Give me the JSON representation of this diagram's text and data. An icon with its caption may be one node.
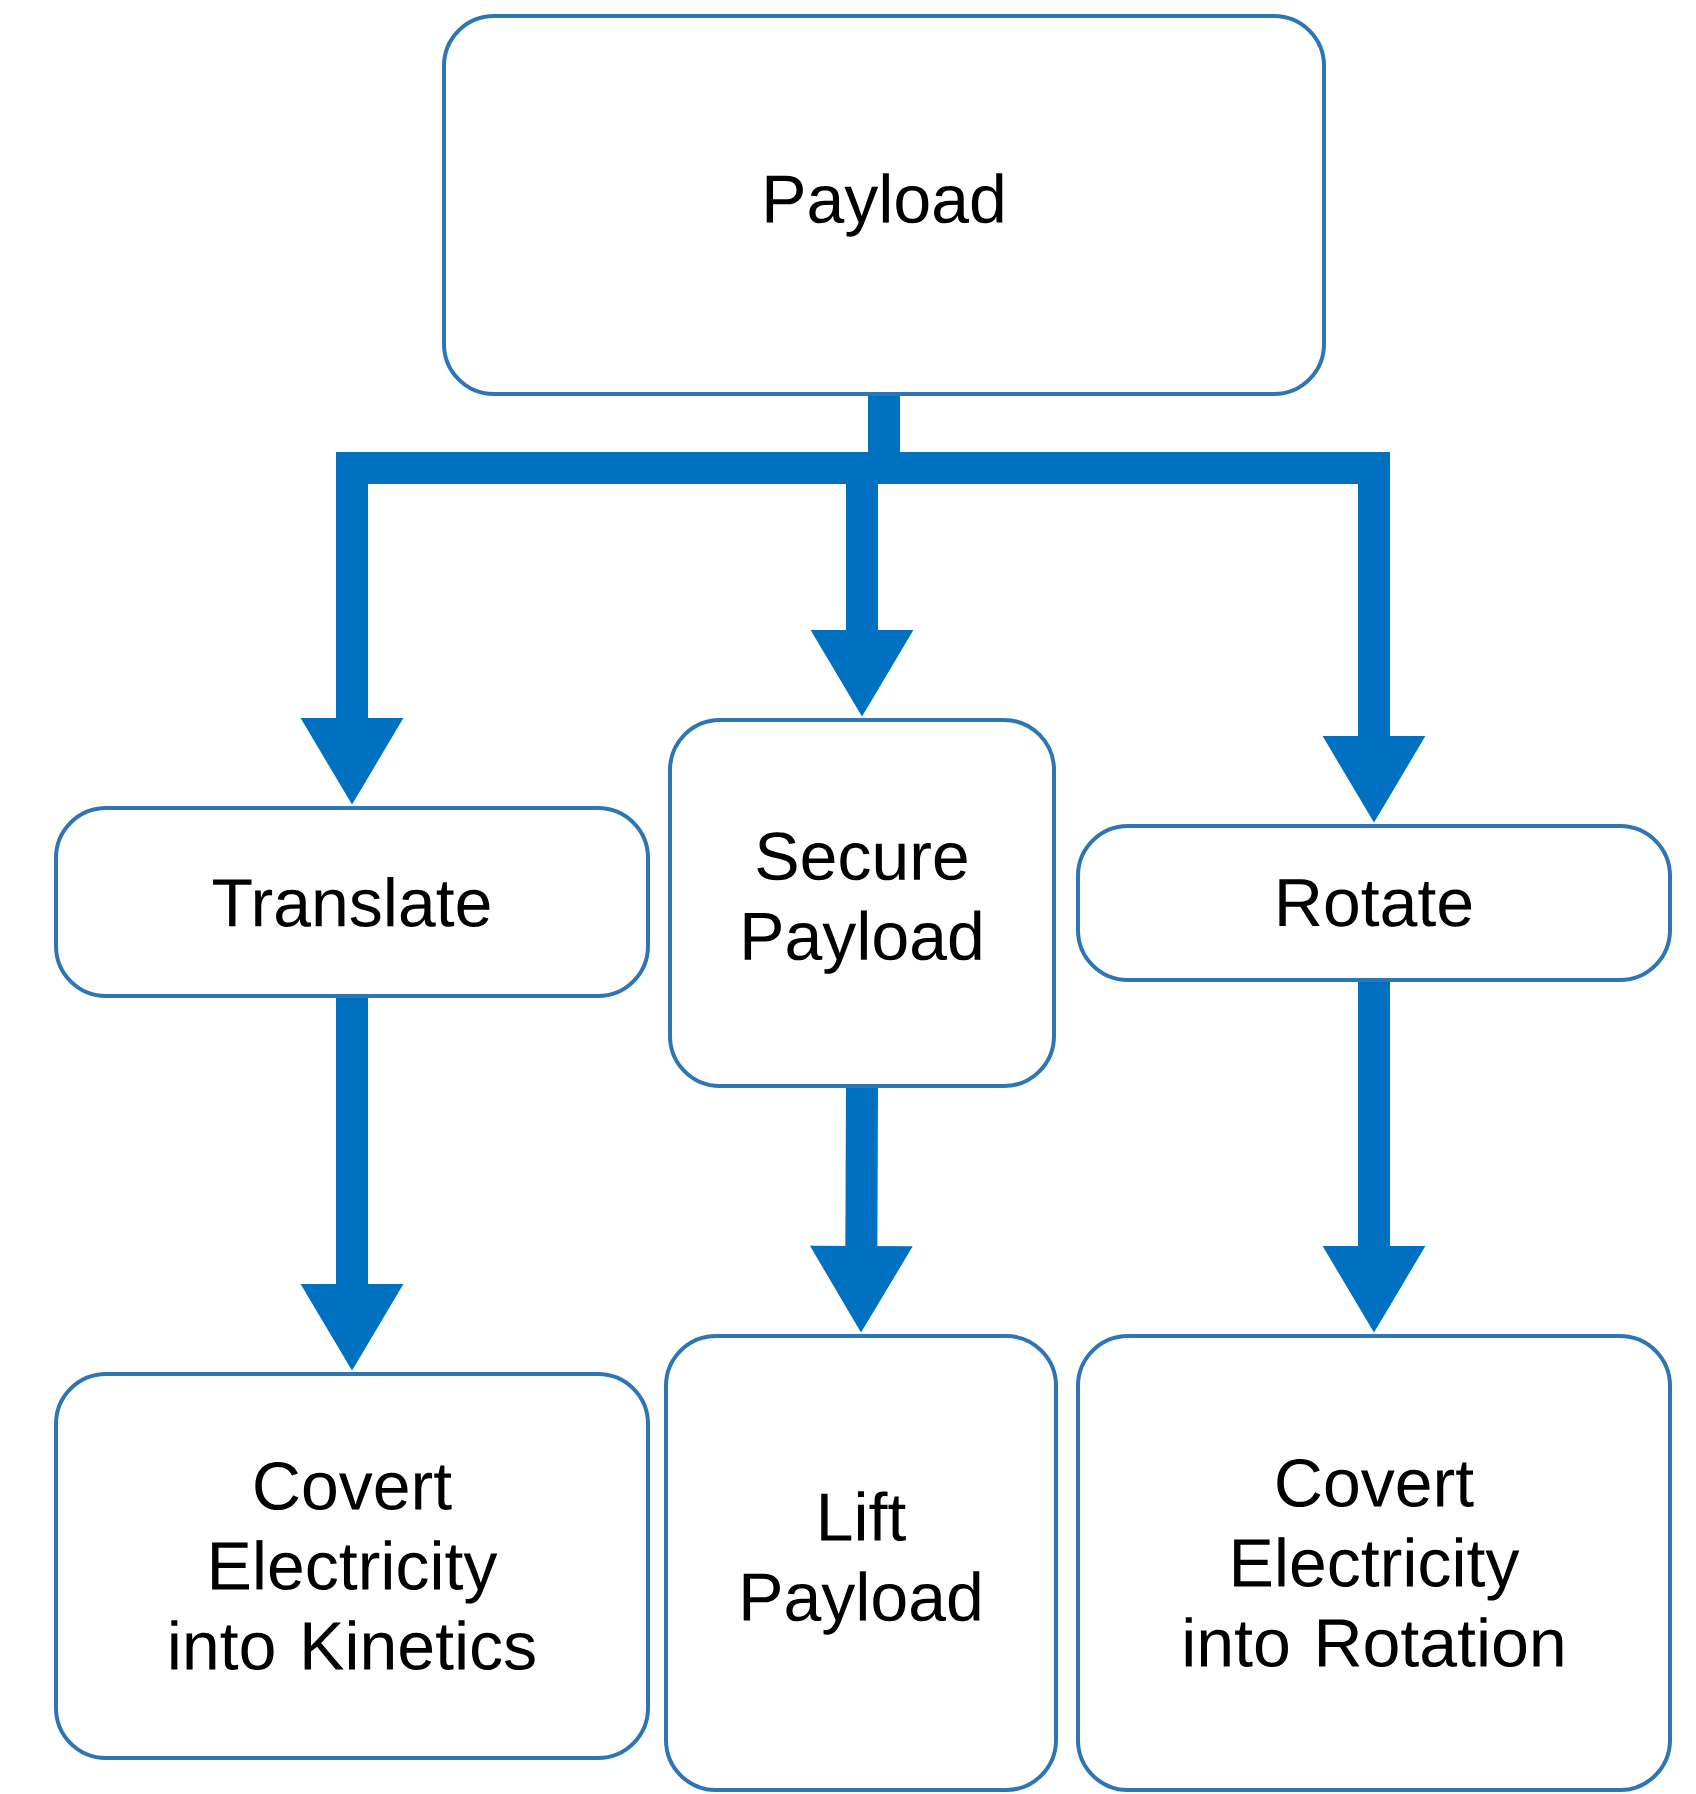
{
  "diagram": {
    "nodes": [
      {
        "text": [
          "Payload"
        ]
      },
      {
        "text": [
          "Translate"
        ]
      },
      {
        "text": [
          "Secure Payload"
        ]
      },
      {
        "text": [
          "Rotate"
        ]
      },
      {
        "text": [
          "Covert Electricity into Kinetics"
        ]
      },
      {
        "text": [
          "Lift Payload"
        ]
      },
      {
        "text": [
          "Covert Electricity into Rotation"
        ]
      }
    ],
    "edges": [
      {
        "from": 0,
        "to": 1,
        "arrow": "to"
      },
      {
        "from": 0,
        "to": 2,
        "arrow": "to"
      },
      {
        "from": 0,
        "to": 3,
        "arrow": "to"
      },
      {
        "from": 1,
        "to": 4,
        "arrow": "to"
      },
      {
        "from": 2,
        "to": 5,
        "arrow": "to"
      },
      {
        "from": 3,
        "to": 6,
        "arrow": "to"
      }
    ]
  }
}
